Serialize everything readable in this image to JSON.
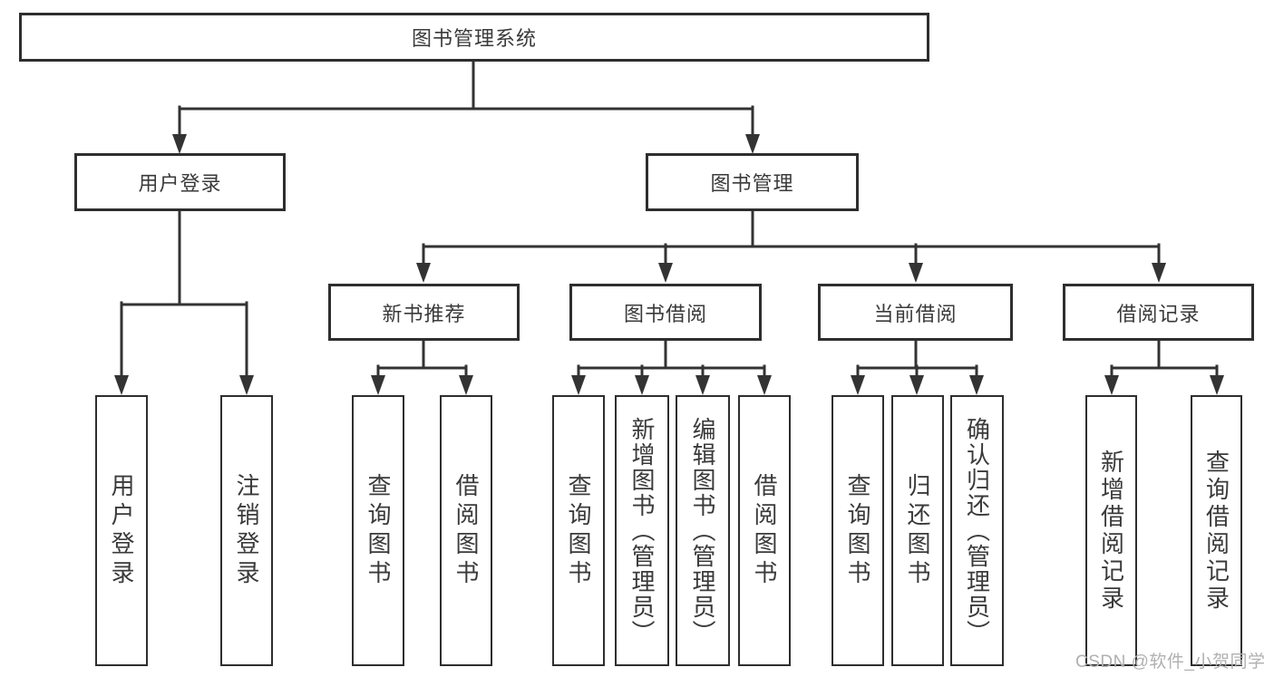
{
  "diagram": {
    "title": "图书管理系统",
    "branches": [
      {
        "label": "用户登录",
        "children": [
          "用户登录",
          "注销登录"
        ]
      },
      {
        "label": "图书管理",
        "sections": [
          {
            "label": "新书推荐",
            "children": [
              "查询图书",
              "借阅图书"
            ]
          },
          {
            "label": "图书借阅",
            "children": [
              "查询图书",
              "新增图书（管理员）",
              "编辑图书（管理员）",
              "借阅图书"
            ]
          },
          {
            "label": "当前借阅",
            "children": [
              "查询图书",
              "归还图书",
              "确认归还（管理员）"
            ]
          },
          {
            "label": "借阅记录",
            "children": [
              "新增借阅记录",
              "查询借阅记录"
            ]
          }
        ]
      }
    ],
    "watermark": "CSDN @软件_小贺同学"
  },
  "colors": {
    "line": "#333333",
    "border": "#2e2e2e",
    "text": "#3a3a3a",
    "background": "#ffffff",
    "watermark": "#b0b0b0"
  }
}
